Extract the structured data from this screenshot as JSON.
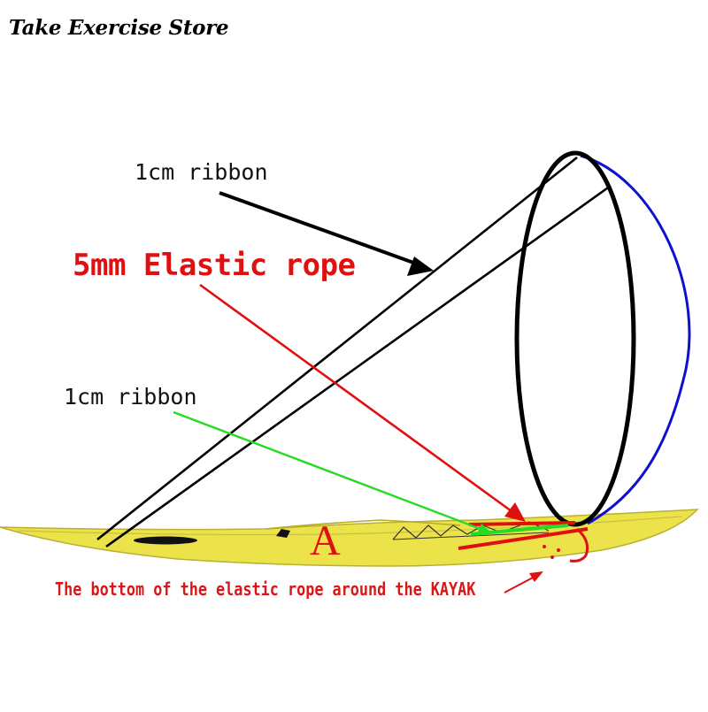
{
  "header": {
    "store_name": "Take Exercise Store"
  },
  "labels": {
    "ribbon_top": "1cm ribbon",
    "elastic_rope": "5mm Elastic rope",
    "ribbon_bottom": "1cm ribbon",
    "bottom_note": "The bottom of the elastic rope around the KAYAK",
    "marker": "A"
  },
  "colors": {
    "kayak_fill": "#ece34a",
    "hoop": "#000000",
    "blue_edge": "#1010d0",
    "elastic": "#e01010",
    "ribbon_green": "#22dd22",
    "ribbon_black": "#000000"
  }
}
